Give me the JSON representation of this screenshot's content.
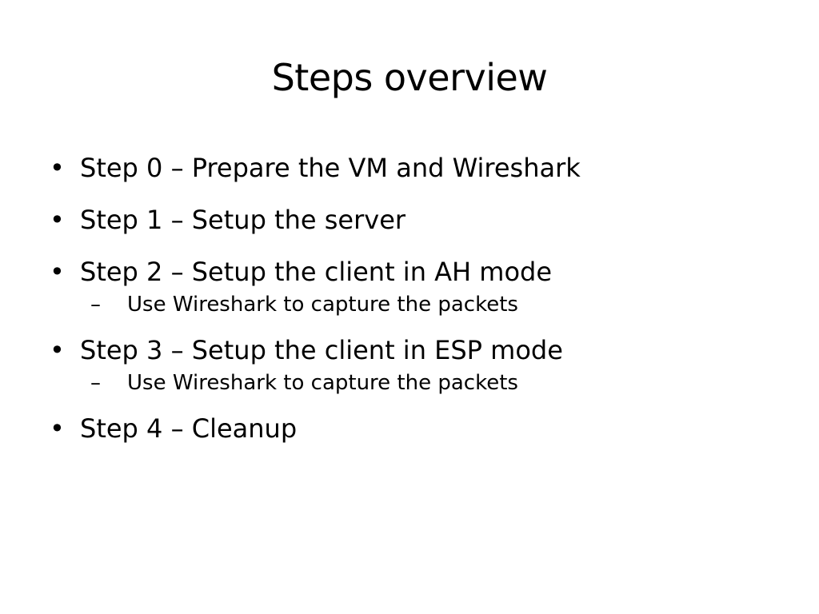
{
  "slide": {
    "title": "Steps overview",
    "bullet_glyph": "•",
    "dash_glyph": "–",
    "items": [
      {
        "text": "Step 0 – Prepare the VM and Wireshark"
      },
      {
        "text": "Step 1 – Setup the server"
      },
      {
        "text": "Step 2 – Setup the client in AH mode",
        "sub": [
          {
            "text": "Use Wireshark to capture the packets"
          }
        ]
      },
      {
        "text": "Step 3 – Setup the client in ESP mode",
        "sub": [
          {
            "text": "Use Wireshark to capture the packets"
          }
        ]
      },
      {
        "text": "Step 4 – Cleanup"
      }
    ]
  }
}
